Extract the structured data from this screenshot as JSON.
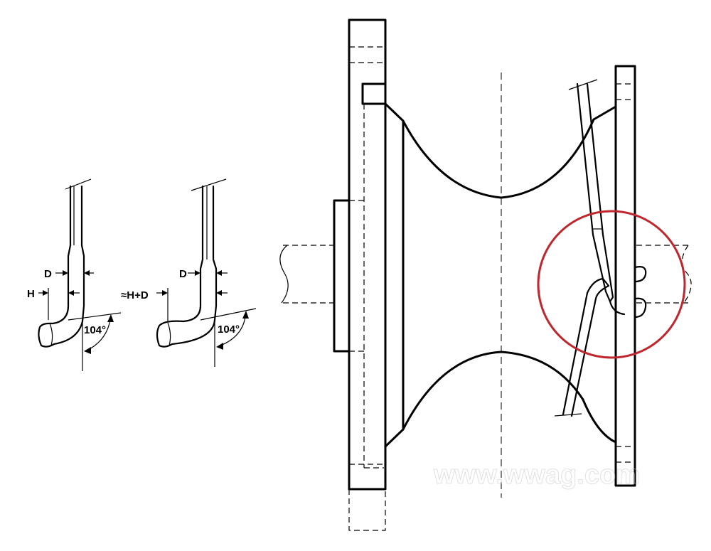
{
  "labels": {
    "left_d": "D",
    "left_h": "H",
    "left_angle": "104°",
    "mid_d": "D",
    "mid_hd": "≈H+D",
    "mid_angle": "104°"
  },
  "watermark": {
    "text": "www.wwag.com"
  },
  "colors": {
    "line": "#000000",
    "highlight_circle": "#c0262d",
    "background": "#ffffff"
  }
}
